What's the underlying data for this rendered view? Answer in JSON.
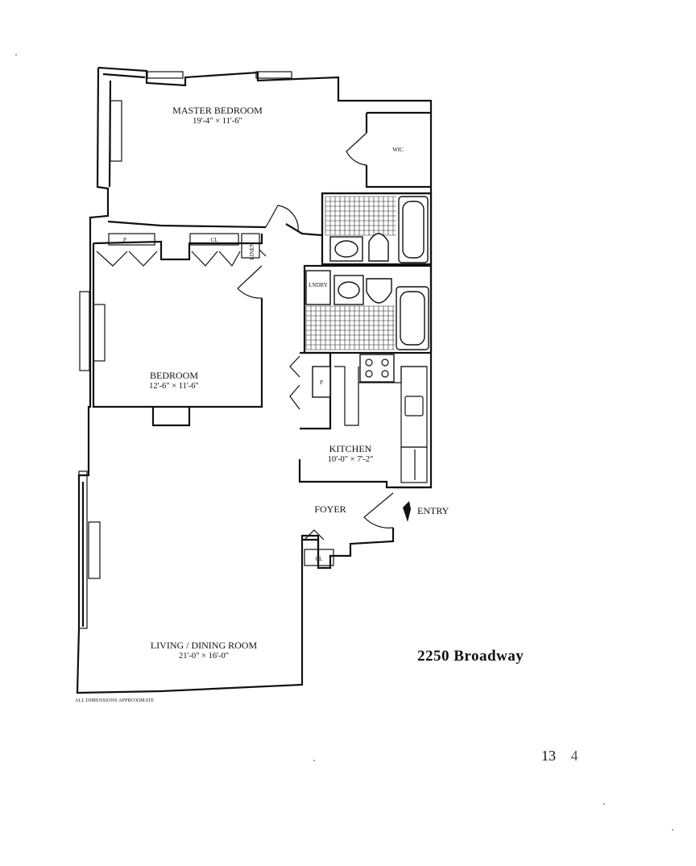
{
  "building": {
    "address": "2250 Broadway"
  },
  "page_number": "13",
  "page_suffix": "4",
  "footnote": "ALL DIMENSIONS APPROXIMATE",
  "rooms": {
    "master_bedroom": {
      "name": "MASTER BEDROOM",
      "dims": "19'-4\" × 11'-6\""
    },
    "bedroom": {
      "name": "BEDROOM",
      "dims": "12'-6\" × 11'-6\""
    },
    "kitchen": {
      "name": "KITCHEN",
      "dims": "10'-0\" × 7'-2\""
    },
    "foyer": {
      "name": "FOYER"
    },
    "living": {
      "name": "LIVING / DINING ROOM",
      "dims": "21'-0\" × 16'-0\""
    }
  },
  "labels": {
    "entry": "ENTRY",
    "wic": "WIC",
    "linen": "LINEN",
    "lndry": "LNDRY",
    "pantry": "P",
    "closet": "CL"
  }
}
